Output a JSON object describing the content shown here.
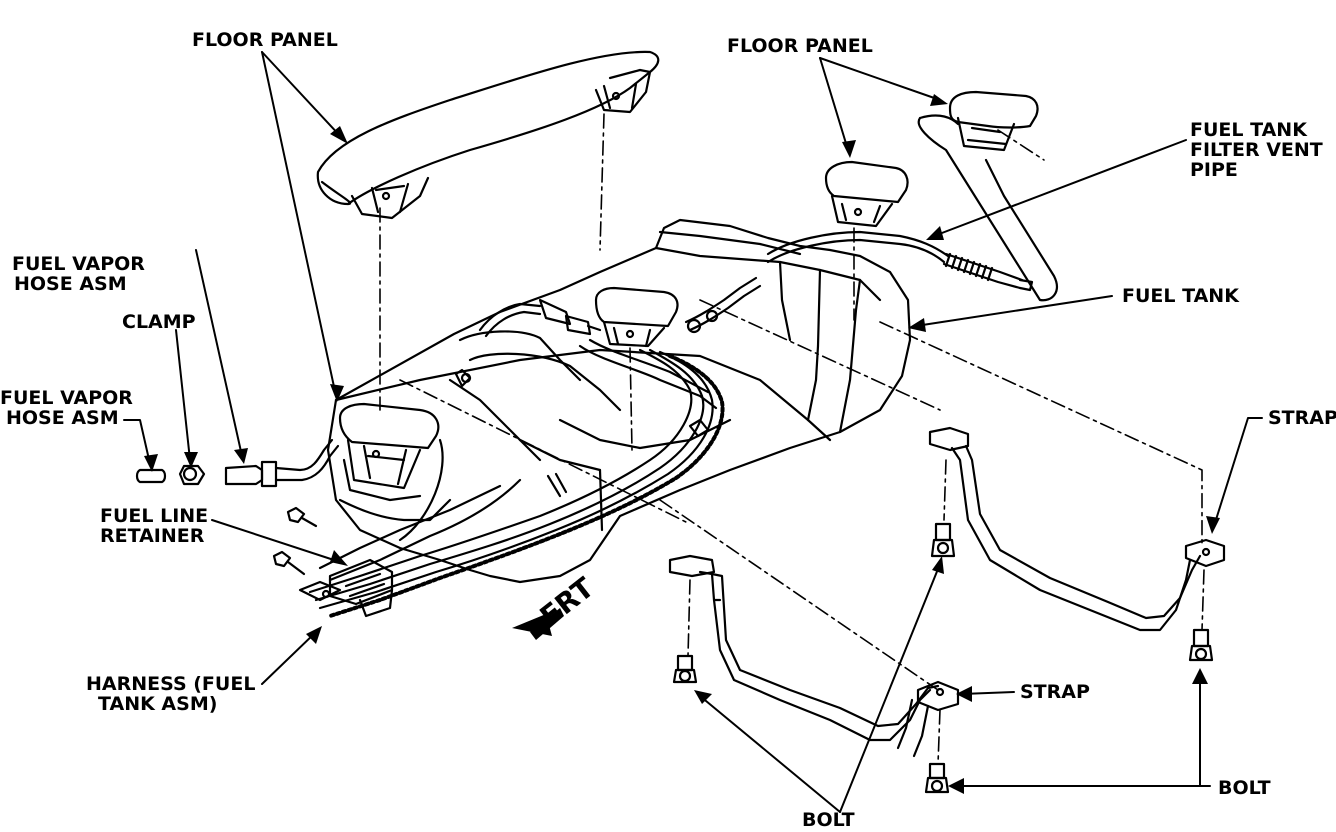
{
  "labels": {
    "floor_panel_left": "FLOOR PANEL",
    "floor_panel_right": "FLOOR PANEL",
    "filter_vent_pipe_1": "FUEL TANK",
    "filter_vent_pipe_2": "FILTER VENT",
    "filter_vent_pipe_3": "PIPE",
    "fuel_tank": "FUEL TANK",
    "vapor_hose_top_1": "FUEL VAPOR",
    "vapor_hose_top_2": "HOSE ASM",
    "clamp": "CLAMP",
    "vapor_hose_bottom_1": "FUEL VAPOR",
    "vapor_hose_bottom_2": "HOSE ASM",
    "fuel_line_retainer_1": "FUEL LINE",
    "fuel_line_retainer_2": "RETAINER",
    "harness_1": "HARNESS (FUEL",
    "harness_2": "TANK ASM)",
    "strap_right": "STRAP",
    "strap_center": "STRAP",
    "bolt_right": "BOLT",
    "bolt_bottom": "BOLT",
    "frt": "FRT"
  },
  "colors": {
    "ink": "#000000",
    "paper": "#ffffff"
  }
}
